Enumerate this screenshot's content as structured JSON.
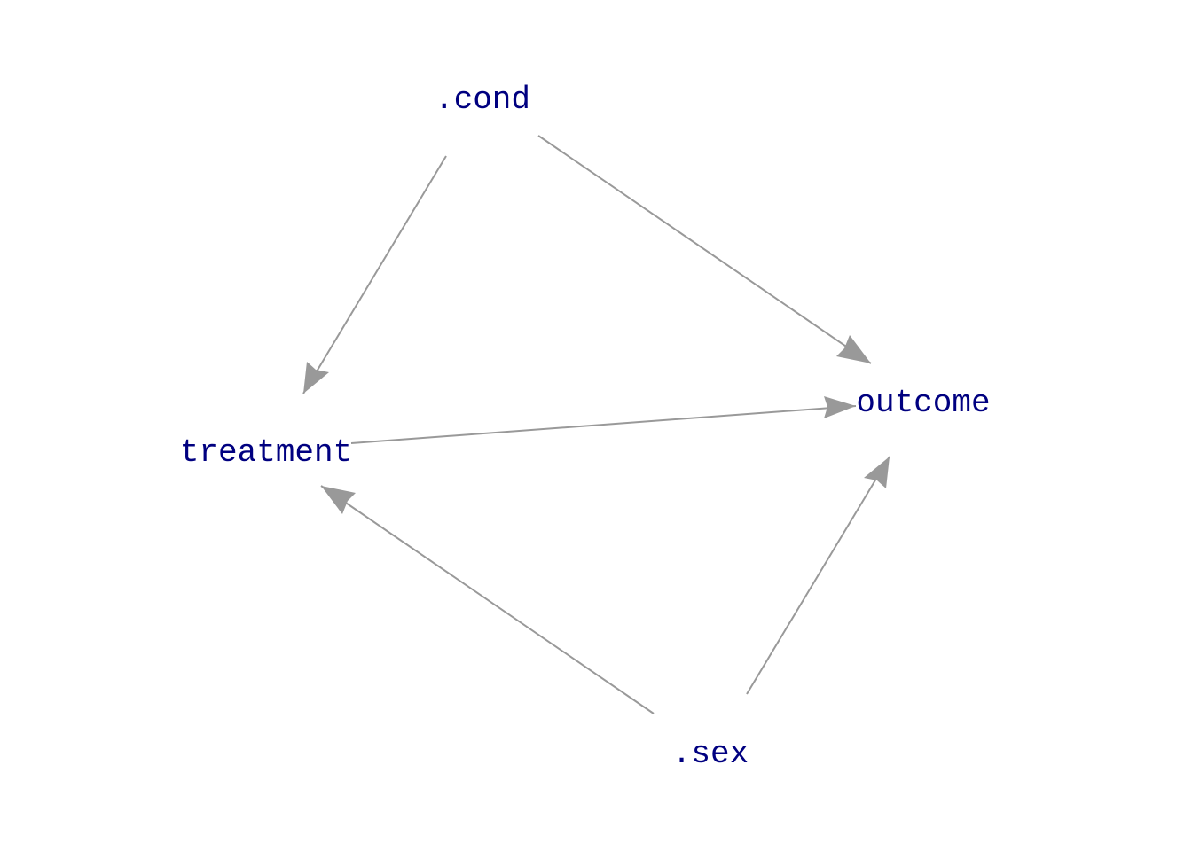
{
  "diagram": {
    "type": "directed-acyclic-graph",
    "edge_color": "#999999",
    "label_color": "#000080",
    "nodes": [
      {
        "id": "cond",
        "label": ".cond"
      },
      {
        "id": "treatment",
        "label": "treatment"
      },
      {
        "id": "outcome",
        "label": "outcome"
      },
      {
        "id": "sex",
        "label": ".sex"
      }
    ],
    "edges": [
      {
        "from": "cond",
        "to": "treatment"
      },
      {
        "from": "cond",
        "to": "outcome"
      },
      {
        "from": "treatment",
        "to": "outcome"
      },
      {
        "from": "sex",
        "to": "treatment"
      },
      {
        "from": "sex",
        "to": "outcome"
      }
    ]
  }
}
